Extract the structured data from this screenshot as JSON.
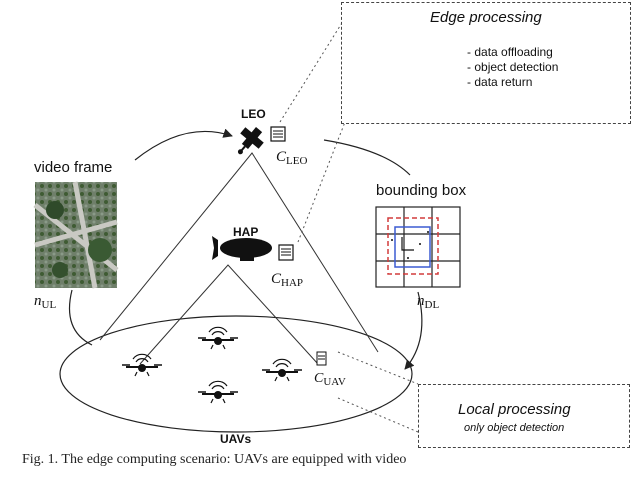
{
  "edge_box": {
    "title": "Edge processing",
    "items": [
      "data offloading",
      "object detection",
      "data return"
    ]
  },
  "local_box": {
    "title": "Local processing",
    "subtitle": "only object detection"
  },
  "labels": {
    "leo": "LEO",
    "hap": "HAP",
    "uavs": "UAVs",
    "video_frame": "video frame",
    "bounding_box": "bounding box"
  },
  "math": {
    "c_leo": {
      "sym": "C",
      "sub": "LEO"
    },
    "c_hap": {
      "sym": "C",
      "sub": "HAP"
    },
    "c_uav": {
      "sym": "C",
      "sub": "UAV"
    },
    "n_ul": {
      "sym": "n",
      "sub": "UL"
    },
    "n_dl": {
      "sym": "n",
      "sub": "DL"
    }
  },
  "caption": "Fig. 1. The edge computing scenario: UAVs are equipped with video",
  "colors": {
    "line": "#222222",
    "dotted": "#555555",
    "bbox_red": "#d23b3b",
    "bbox_blue": "#3b5bd2",
    "car_yellow": "#e8c21a",
    "car_red": "#d02a2a",
    "road": "#a8a8a8"
  }
}
